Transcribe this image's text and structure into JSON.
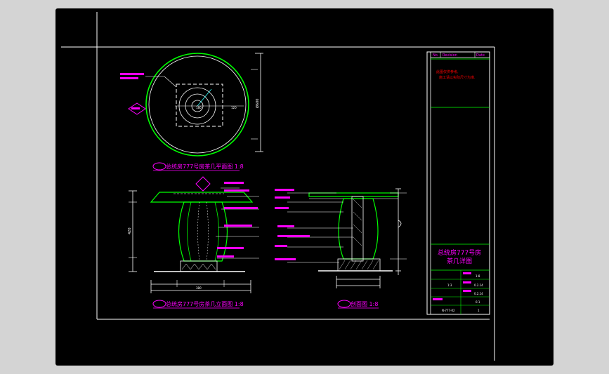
{
  "colors": {
    "background": "#000000",
    "outer_bg": "#d4d4d4",
    "line_white": "#ffffff",
    "line_green": "#00ff00",
    "annot_magenta": "#ff00ff",
    "note_red": "#ff0000",
    "dim_cyan": "#33ffff"
  },
  "titles": {
    "plan": "总统房777号房茶几平面图 1:8",
    "elevation": "总统房777号房茶几立面图 1:8",
    "section": "剖面图 1:8"
  },
  "title_block": {
    "header_col1": "No.",
    "header_col2": "Revision",
    "header_col3": "Date",
    "note_line1": "此图仅供参考,",
    "note_line2": "施工请以实际尺寸为准.",
    "project_line1": "总统房777号房",
    "project_line2": "茶几详图",
    "scale_value": "1:8",
    "row_mid_left": "1:3",
    "sheet_value": "0.2.14",
    "date_value": "0.2.14",
    "drawn_value": "0.1",
    "drawing_no": "N-777-02",
    "page_mark": "1"
  },
  "dimensions": {
    "plan_total": "Ø600",
    "plan_inner": "180",
    "plan_right": "120",
    "elevation_width": "380",
    "elevation_height": "420"
  }
}
